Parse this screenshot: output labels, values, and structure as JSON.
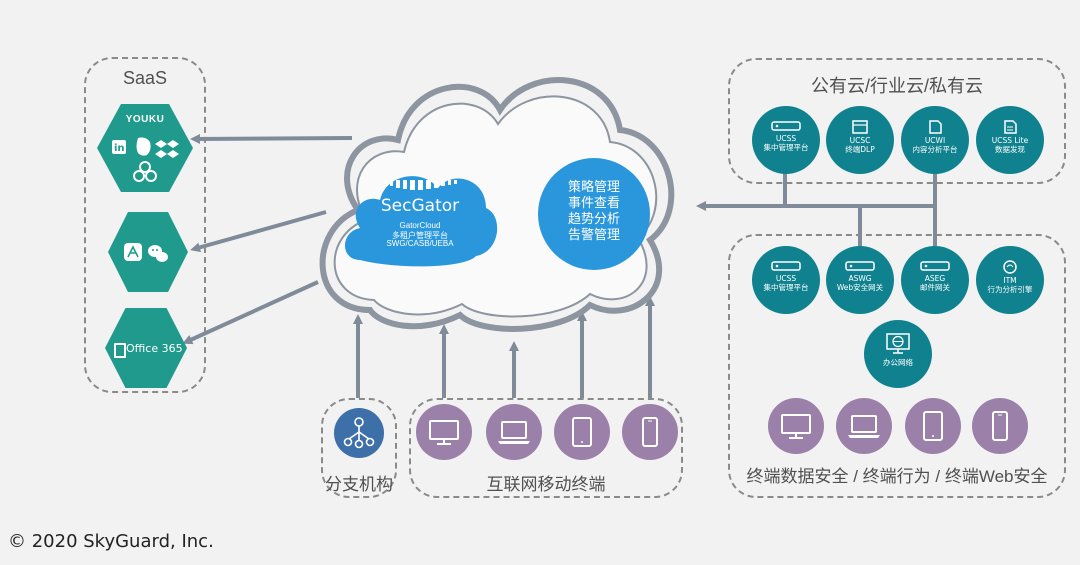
{
  "saas": {
    "title": "SaaS",
    "youku": "YOUKU",
    "office": "Office 365"
  },
  "cloud": {
    "secgator": "SecGator",
    "gatorcloud": "GatorCloud",
    "gator_desc1": "多租户管理平台",
    "gator_desc2": "SWG/CASB/UEBA",
    "functions": [
      "策略管理",
      "事件查看",
      "趋势分析",
      "告警管理"
    ]
  },
  "public_cloud": {
    "title": "公有云/行业云/私有云",
    "nodes": [
      {
        "name": "UCSS",
        "desc": "集中管理平台"
      },
      {
        "name": "UCSC",
        "desc": "终端DLP"
      },
      {
        "name": "UCWI",
        "desc": "内容分析平台"
      },
      {
        "name": "UCSS Lite",
        "desc": "数据发现"
      }
    ]
  },
  "enterprise": {
    "nodes": [
      {
        "name": "UCSS",
        "desc": "集中管理平台"
      },
      {
        "name": "ASWG",
        "desc": "Web安全网关"
      },
      {
        "name": "ASEG",
        "desc": "邮件网关"
      },
      {
        "name": "ITM",
        "desc": "行为分析引擎"
      }
    ],
    "office_network": "办公网络",
    "footer": "终端数据安全 / 终端行为 / 终端Web安全"
  },
  "branch": {
    "label": "分支机构"
  },
  "mobile": {
    "label": "互联网移动终端"
  },
  "copyright": "© 2020 SkyGuard, Inc.",
  "colors": {
    "teal": "#10828f",
    "hex_green": "#1f9a8c",
    "cloud_blue": "#2a97dc",
    "purple": "#9b80aa",
    "branch_blue": "#3d6fa8"
  }
}
